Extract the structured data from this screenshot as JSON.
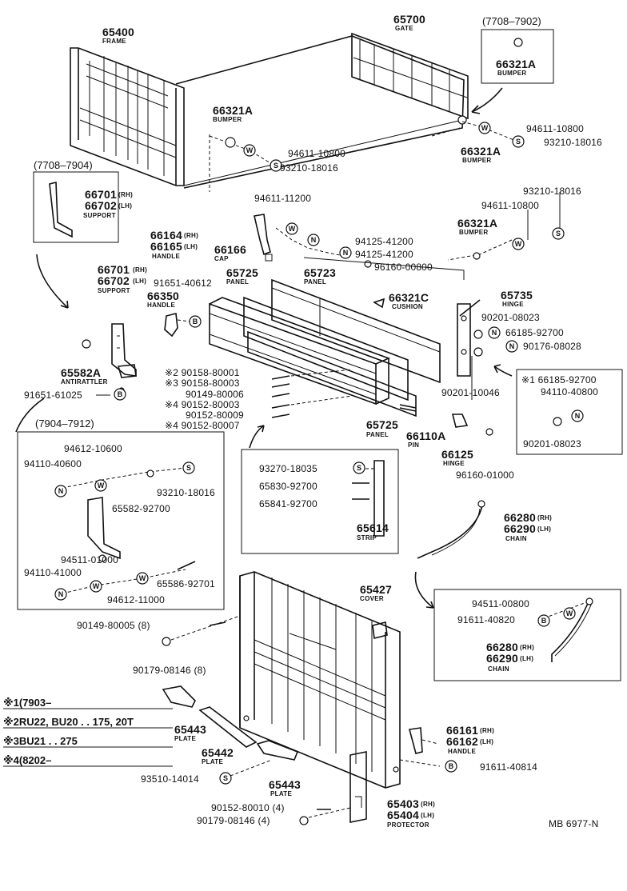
{
  "labels": {
    "frame": {
      "part": "65400",
      "caption": "FRAME"
    },
    "gate": {
      "part": "65700",
      "caption": "GATE"
    },
    "range_top_right": "(7708–7902)",
    "bumper_box": {
      "part": "66321A",
      "caption": "BUMPER"
    },
    "bumper_left": {
      "part": "66321A",
      "caption": "BUMPER"
    },
    "bumper_right": {
      "part": "66321A",
      "caption": "BUMPER"
    },
    "washer_left": "94611-10800",
    "spring_left": "93210-18016",
    "washer_right": "94611-10800",
    "spring_right": "93210-18016",
    "range_support_box": "(7708–7904)",
    "support_box": {
      "rh": "66701",
      "lh": "66702",
      "rh_tag": "(RH)",
      "lh_tag": "(LH)",
      "caption": "SUPPORT"
    },
    "handle_left": {
      "rh": "66164",
      "lh": "66165",
      "rh_tag": "(RH)",
      "lh_tag": "(LH)",
      "caption": "HANDLE"
    },
    "cap": {
      "part": "66166",
      "caption": "CAP"
    },
    "w_94611_11200": "94611-11200",
    "n_94125_41200_a": "94125-41200",
    "n_94125_41200_b": "94125-41200",
    "n_96160_00800": "96160-00800",
    "s_93210_18016_r": "93210-18016",
    "w_94611_10800_r": "94611-10800",
    "bumper_mid": {
      "part": "66321A",
      "caption": "BUMPER"
    },
    "support_main": {
      "rh": "66701",
      "lh": "66702",
      "rh_tag": "(RH)",
      "lh_tag": "(LH)",
      "caption": "SUPPORT"
    },
    "bolt_91651_40612": "91651-40612",
    "panel_upper_left": {
      "part": "65725",
      "caption": "PANEL"
    },
    "panel_upper": {
      "part": "65723",
      "caption": "PANEL"
    },
    "handle_66350": {
      "part": "66350",
      "caption": "HANDLE"
    },
    "cushion": {
      "part": "66321C",
      "caption": "CUSHION"
    },
    "hinge_65735": {
      "part": "65735",
      "caption": "HINGE"
    },
    "n_90201_08023": "90201-08023",
    "n_66185_92700": "66185-92700",
    "n_90176_08028": "90176-08028",
    "antirattler": {
      "part": "65582A",
      "caption": "ANTIRATTLER"
    },
    "bolt_91651_61025": "91651-61025",
    "bolts": [
      "※2 90158-80001",
      "※3 90158-80003",
      "90149-80006",
      "※4 90152-80003",
      "90152-80009",
      "※4 90152-80007"
    ],
    "n_90201_10046": "90201-10046",
    "note_box": {
      "line1": "※1 66185-92700",
      "line2": "94110-40800",
      "line3": "90201-08023"
    },
    "range_7904_7912": "(7904–7912)",
    "box_left": {
      "w_94612_10600": "94612-10600",
      "n_94110_40600": "94110-40600",
      "s_93210_18016": "93210-18016",
      "p_65582_92700": "65582-92700",
      "n_94511_01000": "94511-01000",
      "n_94110_41000": "94110-41000",
      "b_65586_92701": "65586-92701",
      "w_94612_11000": "94612-11000"
    },
    "panel_lower": {
      "part": "65725",
      "caption": "PANEL"
    },
    "pin": {
      "part": "66110A",
      "caption": "PIN"
    },
    "hinge_66125": {
      "part": "66125",
      "caption": "HINGE"
    },
    "n_96160_01000": "96160-01000",
    "strip_box": {
      "s_93270_18035": "93270-18035",
      "b_65830_92700": "65830-92700",
      "b_65841_92700": "65841-92700",
      "strip": {
        "part": "65614",
        "caption": "STRIP"
      }
    },
    "chain_upper": {
      "rh": "66280",
      "lh": "66290",
      "rh_tag": "(RH)",
      "lh_tag": "(LH)",
      "caption": "CHAIN"
    },
    "cover": {
      "part": "65427",
      "caption": "COVER"
    },
    "chain_box": {
      "n_94511_00800": "94511-00800",
      "b_91611_40820": "91611-40820",
      "rh": "66280",
      "lh": "66290",
      "rh_tag": "(RH)",
      "lh_tag": "(LH)",
      "caption": "CHAIN"
    },
    "b_90149_80005": "90149-80005 (8)",
    "n_90179_08146_8": "90179-08146 (8)",
    "notes": [
      "※1(7903–",
      "※2RU22, BU20 . . 175, 20T",
      "※3BU21 . . 275",
      "※4(8202–"
    ],
    "plate_65443_a": {
      "part": "65443",
      "caption": "PLATE"
    },
    "plate_65442": {
      "part": "65442",
      "caption": "PLATE"
    },
    "plate_65443_b": {
      "part": "65443",
      "caption": "PLATE"
    },
    "handle_66161": {
      "rh": "66161",
      "lh": "66162",
      "rh_tag": "(RH)",
      "lh_tag": "(LH)",
      "caption": "HANDLE"
    },
    "b_91611_40814": "91611-40814",
    "s_93510_14014": "93510-14014",
    "b_90152_80010": "90152-80010 (4)",
    "n_90179_08146_4": "90179-08146 (4)",
    "protector": {
      "rh": "65403",
      "lh": "65404",
      "rh_tag": "(RH)",
      "lh_tag": "(LH)",
      "caption": "PROTECTOR"
    },
    "footer_code": "MB 6977-N"
  },
  "symbols": {
    "W": "W",
    "S": "S",
    "N": "N",
    "B": "B"
  }
}
